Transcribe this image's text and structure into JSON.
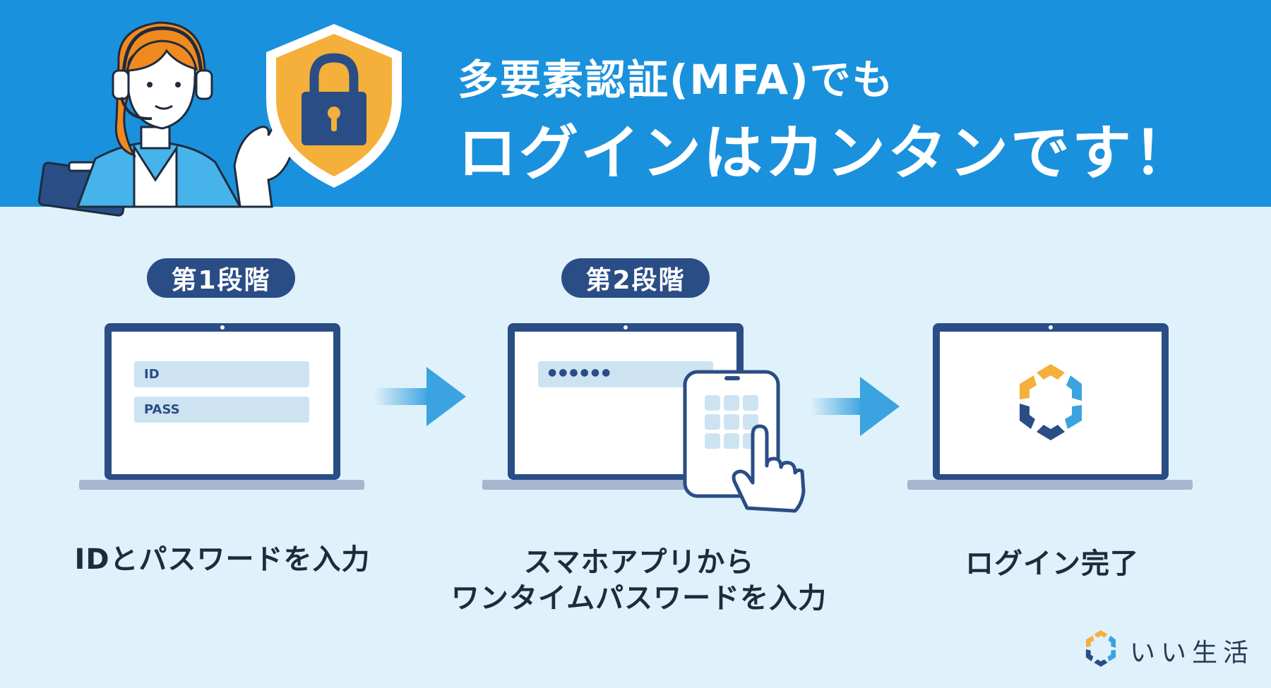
{
  "header": {
    "line1": "多要素認証(MFA)でも",
    "line2": "ログインはカンタンです！"
  },
  "steps": [
    {
      "badge": "第1段階",
      "caption": "IDとパスワードを入力",
      "fields": [
        "ID",
        "PASS"
      ]
    },
    {
      "badge": "第2段階",
      "caption_line1": "スマホアプリから",
      "caption_line2": "ワンタイムパスワードを入力",
      "masked": "●●●●●●"
    },
    {
      "caption": "ログイン完了"
    }
  ],
  "brand": {
    "name": "いい生活"
  },
  "icons": [
    "operator-illustration",
    "shield-lock-icon",
    "laptop-icon",
    "smartphone-keypad-icon",
    "pointing-hand-icon",
    "arrow-right-icon",
    "login-complete-logo-icon",
    "brand-logo-icon"
  ],
  "colors": {
    "banner": "#1a91dd",
    "background": "#dff1fb",
    "navy": "#2a4d86",
    "shield": "#f4b03a",
    "arrow": "#3aa3e0"
  }
}
